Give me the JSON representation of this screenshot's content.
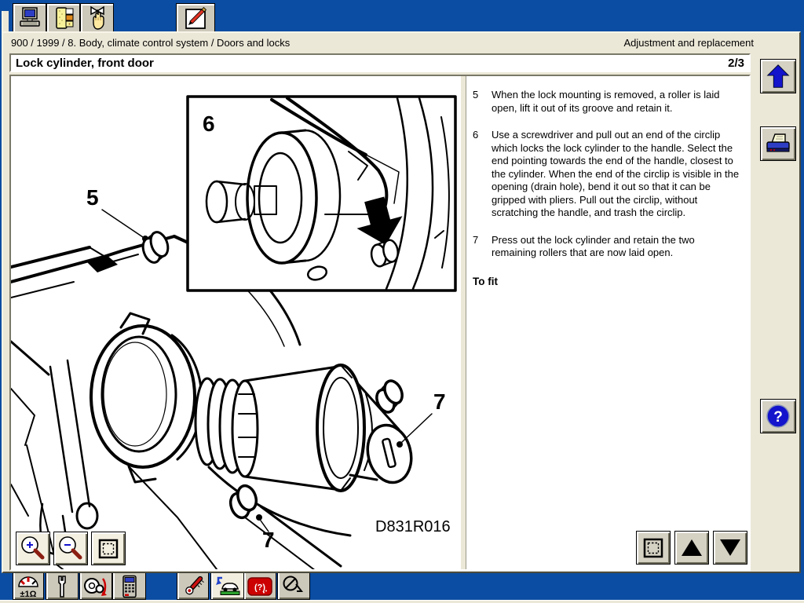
{
  "colors": {
    "window_blue": "#0b4da2",
    "panel_beige": "#ece8d8",
    "tab_grey": "#ccc8ba",
    "button_cream": "#f4f0e1",
    "accent_blue": "#1414cc",
    "alert_red": "#cc0000"
  },
  "breadcrumb": {
    "path": "900 / 1999 / 8. Body, climate control system / Doors and locks",
    "right_label": "Adjustment and replacement"
  },
  "title_bar": {
    "title": "Lock cylinder, front door",
    "page_indicator": "2/3"
  },
  "diagram": {
    "figure_id": "D831R016",
    "callout_5": "5",
    "callout_6": "6",
    "callout_7_right": "7",
    "callout_7_bottom": "7"
  },
  "instructions": {
    "steps": [
      {
        "num": "5",
        "text": "When the lock mounting is removed, a roller is laid open, lift it out of its groove and retain it."
      },
      {
        "num": "6",
        "text": "Use a screwdriver and pull out an end of the circlip which locks the lock cylinder to the handle. Select the end pointing towards the end of the handle, closest to the cylinder. When the end of the circlip is visible in the opening (drain hole), bend it out so that it can be gripped with pliers. Pull out the circlip, without scratching the handle, and trash the circlip."
      },
      {
        "num": "7",
        "text": "Press out the lock cylinder and retain the two remaining rollers that are now laid open."
      }
    ],
    "heading": "To fit"
  },
  "right_rail": {
    "help_glyph": "?"
  },
  "bottom_toolbar": {
    "multimeter_label": "±1Ω",
    "fault_label": "(?)"
  }
}
